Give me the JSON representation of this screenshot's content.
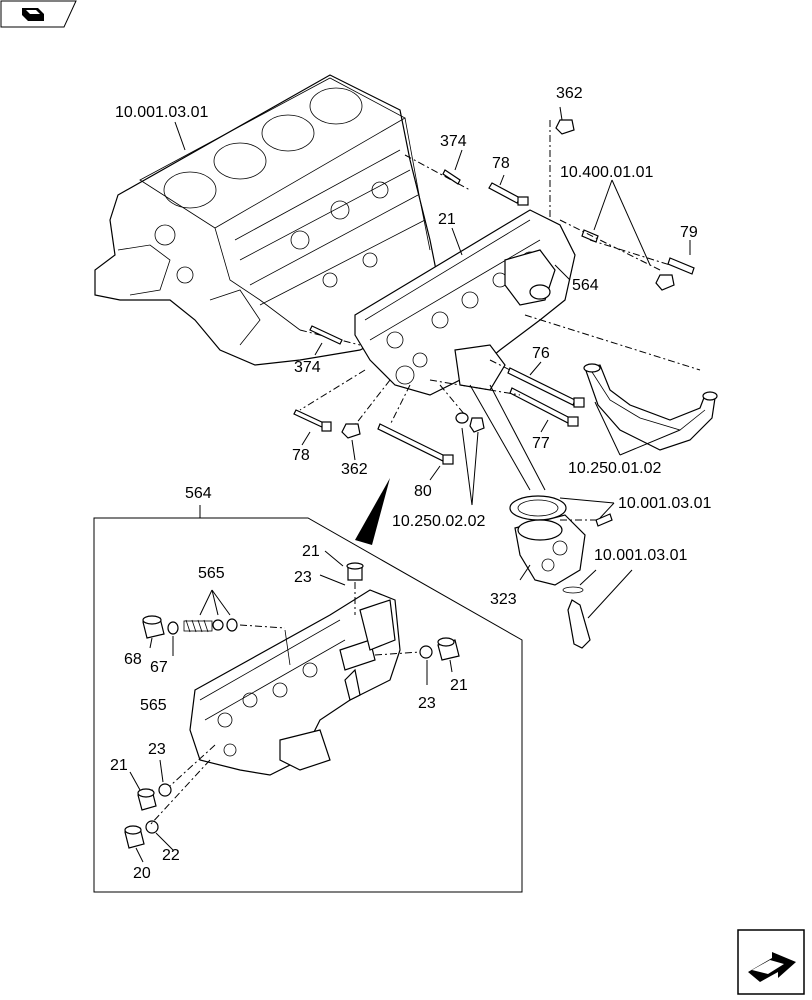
{
  "callouts": {
    "block_ref": "10.001.03.01",
    "p362_top": "362",
    "p374_top": "374",
    "p78_top": "78",
    "ref_10_400": "10.400.01.01",
    "p79": "79",
    "p21_main": "21",
    "p564_main": "564",
    "p374_bottom": "374",
    "p76": "76",
    "p77": "77",
    "p78_bottom": "78",
    "p362_bottom": "362",
    "p80": "80",
    "ref_10_250_01": "10.250.01.02",
    "ref_10_001_a": "10.001.03.01",
    "ref_10_001_b": "10.001.03.01",
    "ref_10_250_02": "10.250.02.02",
    "p323": "323"
  },
  "detail": {
    "title": "564",
    "p21_top": "21",
    "p23_top": "23",
    "p565_top": "565",
    "p68": "68",
    "p67": "67",
    "p565_left": "565",
    "p21_right": "21",
    "p23_right": "23",
    "p23_left": "23",
    "p21_left": "21",
    "p22": "22",
    "p20": "20"
  }
}
